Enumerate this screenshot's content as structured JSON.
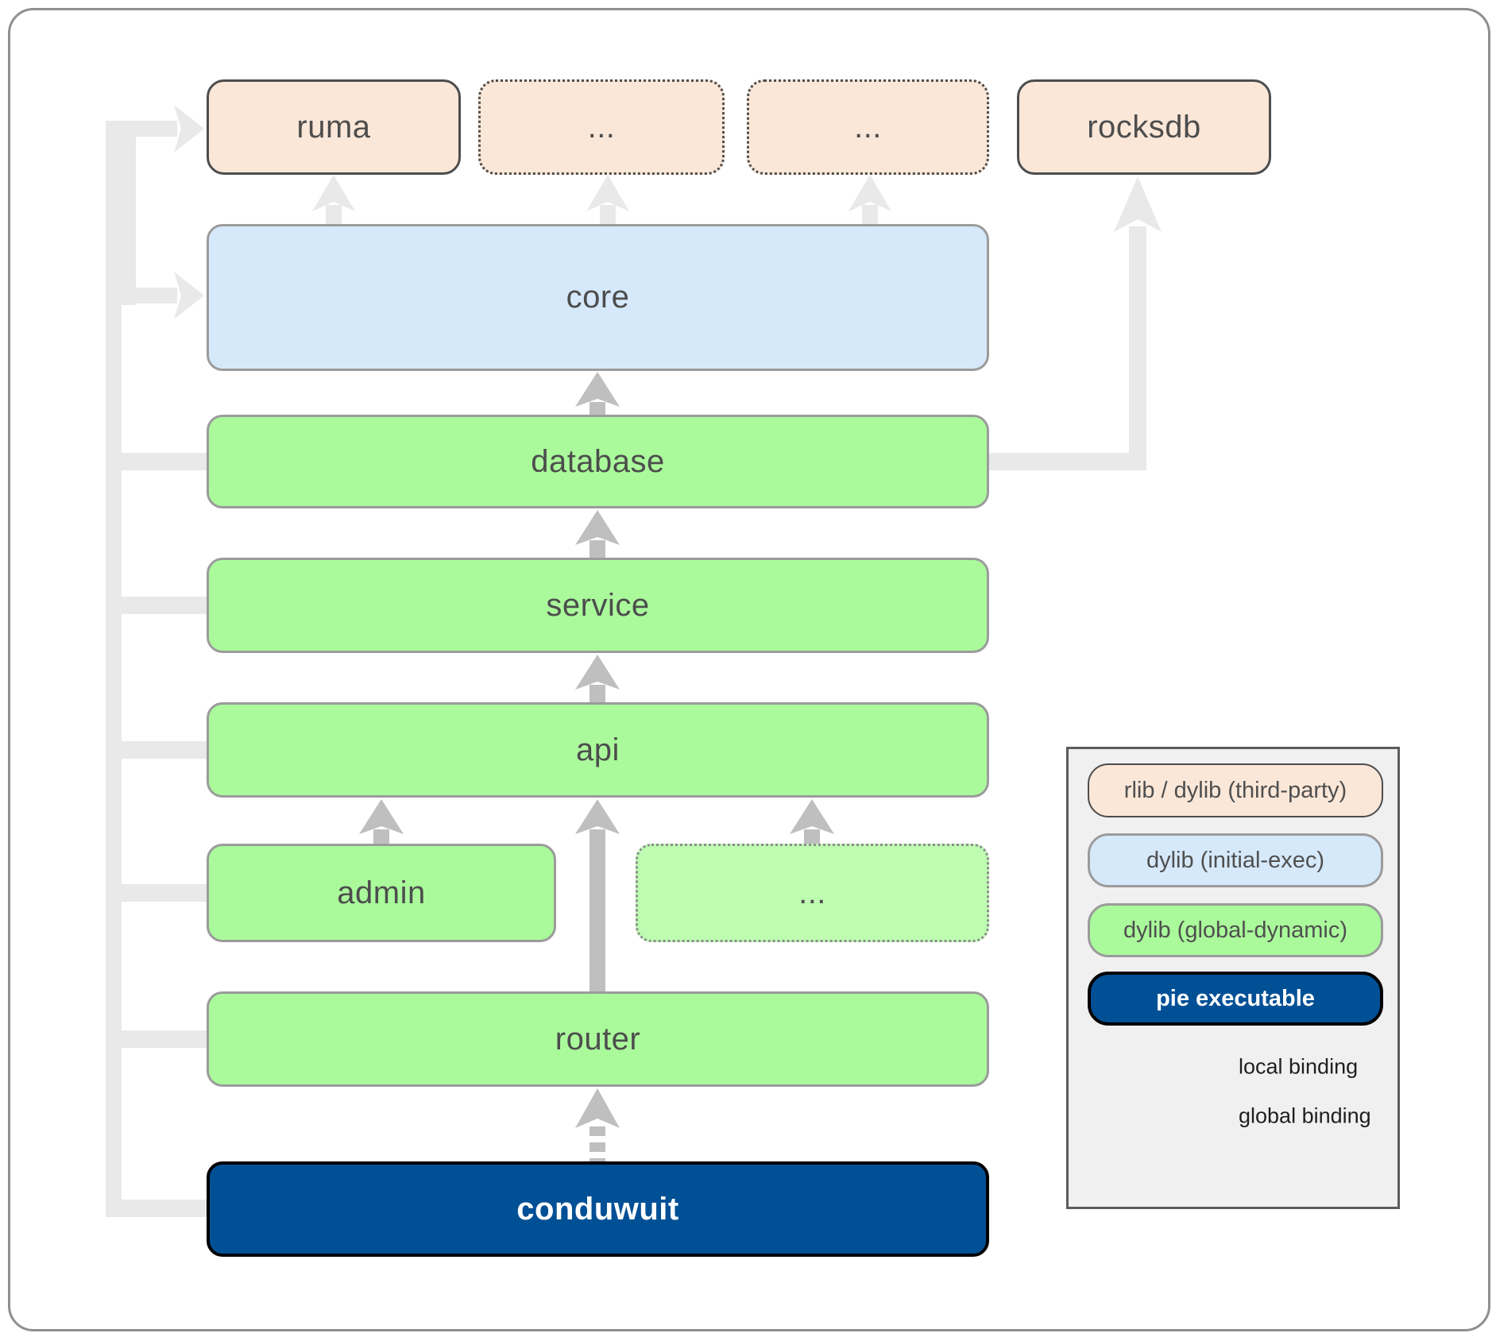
{
  "nodes": {
    "ruma": "ruma",
    "third_party_ellipsis_1": "...",
    "third_party_ellipsis_2": "...",
    "rocksdb": "rocksdb",
    "core": "core",
    "database": "database",
    "service": "service",
    "api": "api",
    "admin": "admin",
    "crate_ellipsis": "...",
    "router": "router",
    "conduwuit": "conduwuit"
  },
  "legend": {
    "items": [
      {
        "label": "rlib / dylib (third-party)",
        "fill": "#fbe7d8"
      },
      {
        "label": "dylib (initial-exec)",
        "fill": "#d6e9fa"
      },
      {
        "label": "dylib (global-dynamic)",
        "fill": "#aafa9b"
      },
      {
        "label": "pie executable",
        "fill": "#005096"
      }
    ],
    "local_binding": "local binding",
    "global_binding": "global binding"
  },
  "colors": {
    "third_party_fill": "#fbe7d8",
    "initial_exec_fill": "#d6e9fa",
    "global_dynamic_fill": "#aafa9b",
    "global_dynamic_light_fill": "#befcb2",
    "pie_executable_fill": "#005096",
    "binding_arrow_gray": "#bfbfbf",
    "executable_edge_gray": "#e9e9e9",
    "box_border_gray": "#9b9b9b",
    "dark_border": "#4d4d4d"
  }
}
